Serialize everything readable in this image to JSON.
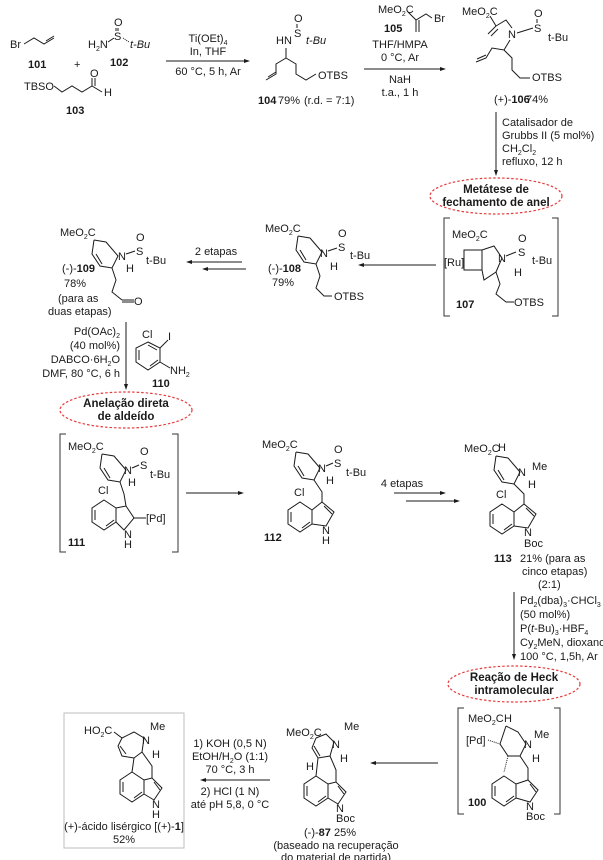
{
  "scheme": {
    "title": "Síntese total do (+)-ácido lisérgico",
    "compounds": {
      "c101": {
        "label": "101",
        "atoms": [
          "Br"
        ]
      },
      "c102": {
        "label": "102",
        "atoms": [
          "H2N",
          "S",
          "O",
          "t-Bu"
        ]
      },
      "c103": {
        "label": "103",
        "atoms": [
          "TBSO",
          "O",
          "H"
        ]
      },
      "c104": {
        "label": "104",
        "yield": "79%",
        "dr": "(r.d. = 7:1)",
        "atoms": [
          "HN",
          "S",
          "O",
          "t-Bu",
          "OTBS"
        ]
      },
      "c105": {
        "label": "105",
        "atoms": [
          "MeO2C",
          "Br"
        ]
      },
      "c106": {
        "prefix": "(+)-",
        "label": "106",
        "yield": "74%",
        "atoms": [
          "MeO2C",
          "N",
          "S",
          "O",
          "t-Bu",
          "OTBS"
        ]
      },
      "c107": {
        "label": "107",
        "atoms": [
          "MeO2C",
          "[Ru]",
          "N",
          "S",
          "O",
          "t-Bu",
          "H",
          "OTBS"
        ]
      },
      "c108": {
        "prefix": "(-)-",
        "label": "108",
        "yield": "79%",
        "atoms": [
          "MeO2C",
          "N",
          "S",
          "O",
          "t-Bu",
          "H",
          "OTBS"
        ]
      },
      "c109": {
        "prefix": "(-)-",
        "label": "109",
        "yield": "78%",
        "note_1": "(para as",
        "note_2": "duas etapas)",
        "atoms": [
          "MeO2C",
          "N",
          "S",
          "O",
          "t-Bu",
          "H",
          "O"
        ]
      },
      "c110": {
        "label": "110",
        "atoms": [
          "Cl",
          "I",
          "NH2"
        ]
      },
      "c111": {
        "label": "111",
        "atoms": [
          "MeO2C",
          "N",
          "S",
          "O",
          "t-Bu",
          "H",
          "Cl",
          "[Pd]",
          "N",
          "H"
        ]
      },
      "c112": {
        "label": "112",
        "atoms": [
          "MeO2C",
          "N",
          "S",
          "O",
          "t-Bu",
          "H",
          "Cl",
          "N",
          "H"
        ]
      },
      "c113": {
        "label": "113",
        "yield": "21% (para as",
        "note_1": "cinco etapas)",
        "note_2": "(2:1)",
        "atoms": [
          "MeO2C",
          "H",
          "N",
          "Me",
          "H",
          "Cl",
          "N",
          "Boc"
        ]
      },
      "c100": {
        "label": "100",
        "atoms": [
          "MeO2C",
          "H",
          "[Pd]",
          "N",
          "Me",
          "H",
          "N",
          "Boc"
        ]
      },
      "c87": {
        "prefix": "(-)-",
        "label": "87",
        "yield": "25%",
        "note_1": "(baseado na recuperação",
        "note_2": "do material de partida)",
        "atoms": [
          "MeO2C",
          "N",
          "Me",
          "H",
          "H",
          "N",
          "Boc"
        ]
      },
      "c1": {
        "name": "(+)-ácido lisérgico [(+)-",
        "label": "1",
        "name_end": "]",
        "yield": "52%",
        "atoms": [
          "HO2C",
          "N",
          "Me",
          "H",
          "N",
          "H"
        ]
      }
    },
    "plus_sign": "+",
    "reactions": {
      "r1": {
        "above_1": "Ti(OEt)4",
        "above_2": "In, THF",
        "below_1": "60 °C, 5 h, Ar"
      },
      "r2": {
        "above_1": "THF/HMPA",
        "above_2": "0 °C, Ar",
        "below_1": "NaH",
        "below_2": "t.a., 1 h"
      },
      "r3": {
        "line_1": "Catalisador de",
        "line_2": "Grubbs II (5 mol%)",
        "line_3": "CH2Cl2",
        "line_4": "refluxo, 12 h"
      },
      "r4": {
        "label": "2 etapas"
      },
      "r5": {
        "line_1": "Pd(OAc)2",
        "line_2": "(40 mol%)",
        "line_3": "DABCO·6H2O",
        "line_4": "DMF, 80 °C, 6 h"
      },
      "r6": {
        "label": "4 etapas"
      },
      "r7": {
        "line_1": "Pd2(dba)3·CHCl3",
        "line_2": "(50 mol%)",
        "line_3": "P(t-Bu)3·HBF4",
        "line_4": "Cy2MeN, dioxano",
        "line_5": "100 °C, 1,5h, Ar"
      },
      "r8": {
        "above_1": "1) KOH (0,5 N)",
        "above_2": "EtOH/H2O (1:1)",
        "above_3": "70 °C, 3 h",
        "below_1": "2) HCl (1 N)",
        "below_2": "até pH 5,8, 0 °C"
      }
    },
    "highlights": {
      "h1": {
        "line_1": "Metátese de",
        "line_2": "fechamento de anel"
      },
      "h2": {
        "line_1": "Anelação direta",
        "line_2": "de aldeído"
      },
      "h3": {
        "line_1": "Reação de Heck",
        "line_2": "intramolecular"
      }
    },
    "colors": {
      "highlight_ellipse": "#e63b3b",
      "ink": "#1a1a1a",
      "product_box": "#bdbdbd"
    }
  }
}
